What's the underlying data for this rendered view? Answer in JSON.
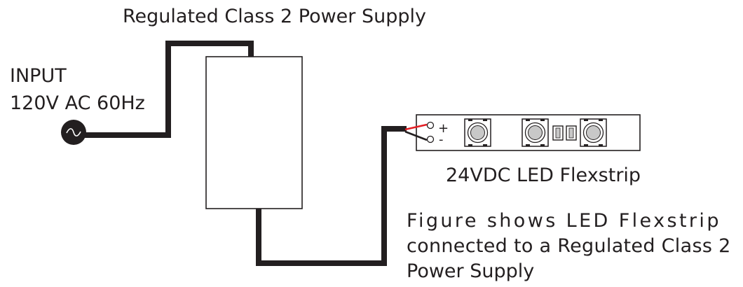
{
  "diagram": {
    "power_supply": {
      "label": "Regulated Class 2 Power Supply"
    },
    "input": {
      "label": "INPUT",
      "spec": "120V AC 60Hz",
      "symbol": "ac-source-icon"
    },
    "led_strip": {
      "label": "24VDC LED Flexstrip",
      "terminals": {
        "positive": "+",
        "negative": "-"
      },
      "led_count": 3,
      "wire_colors": {
        "positive": "#e31e24",
        "negative": "#231f20"
      }
    },
    "caption": {
      "line1": "Figure shows LED Flexstrip",
      "line2": "connected to a Regulated Class 2",
      "line3": "Power Supply"
    }
  }
}
